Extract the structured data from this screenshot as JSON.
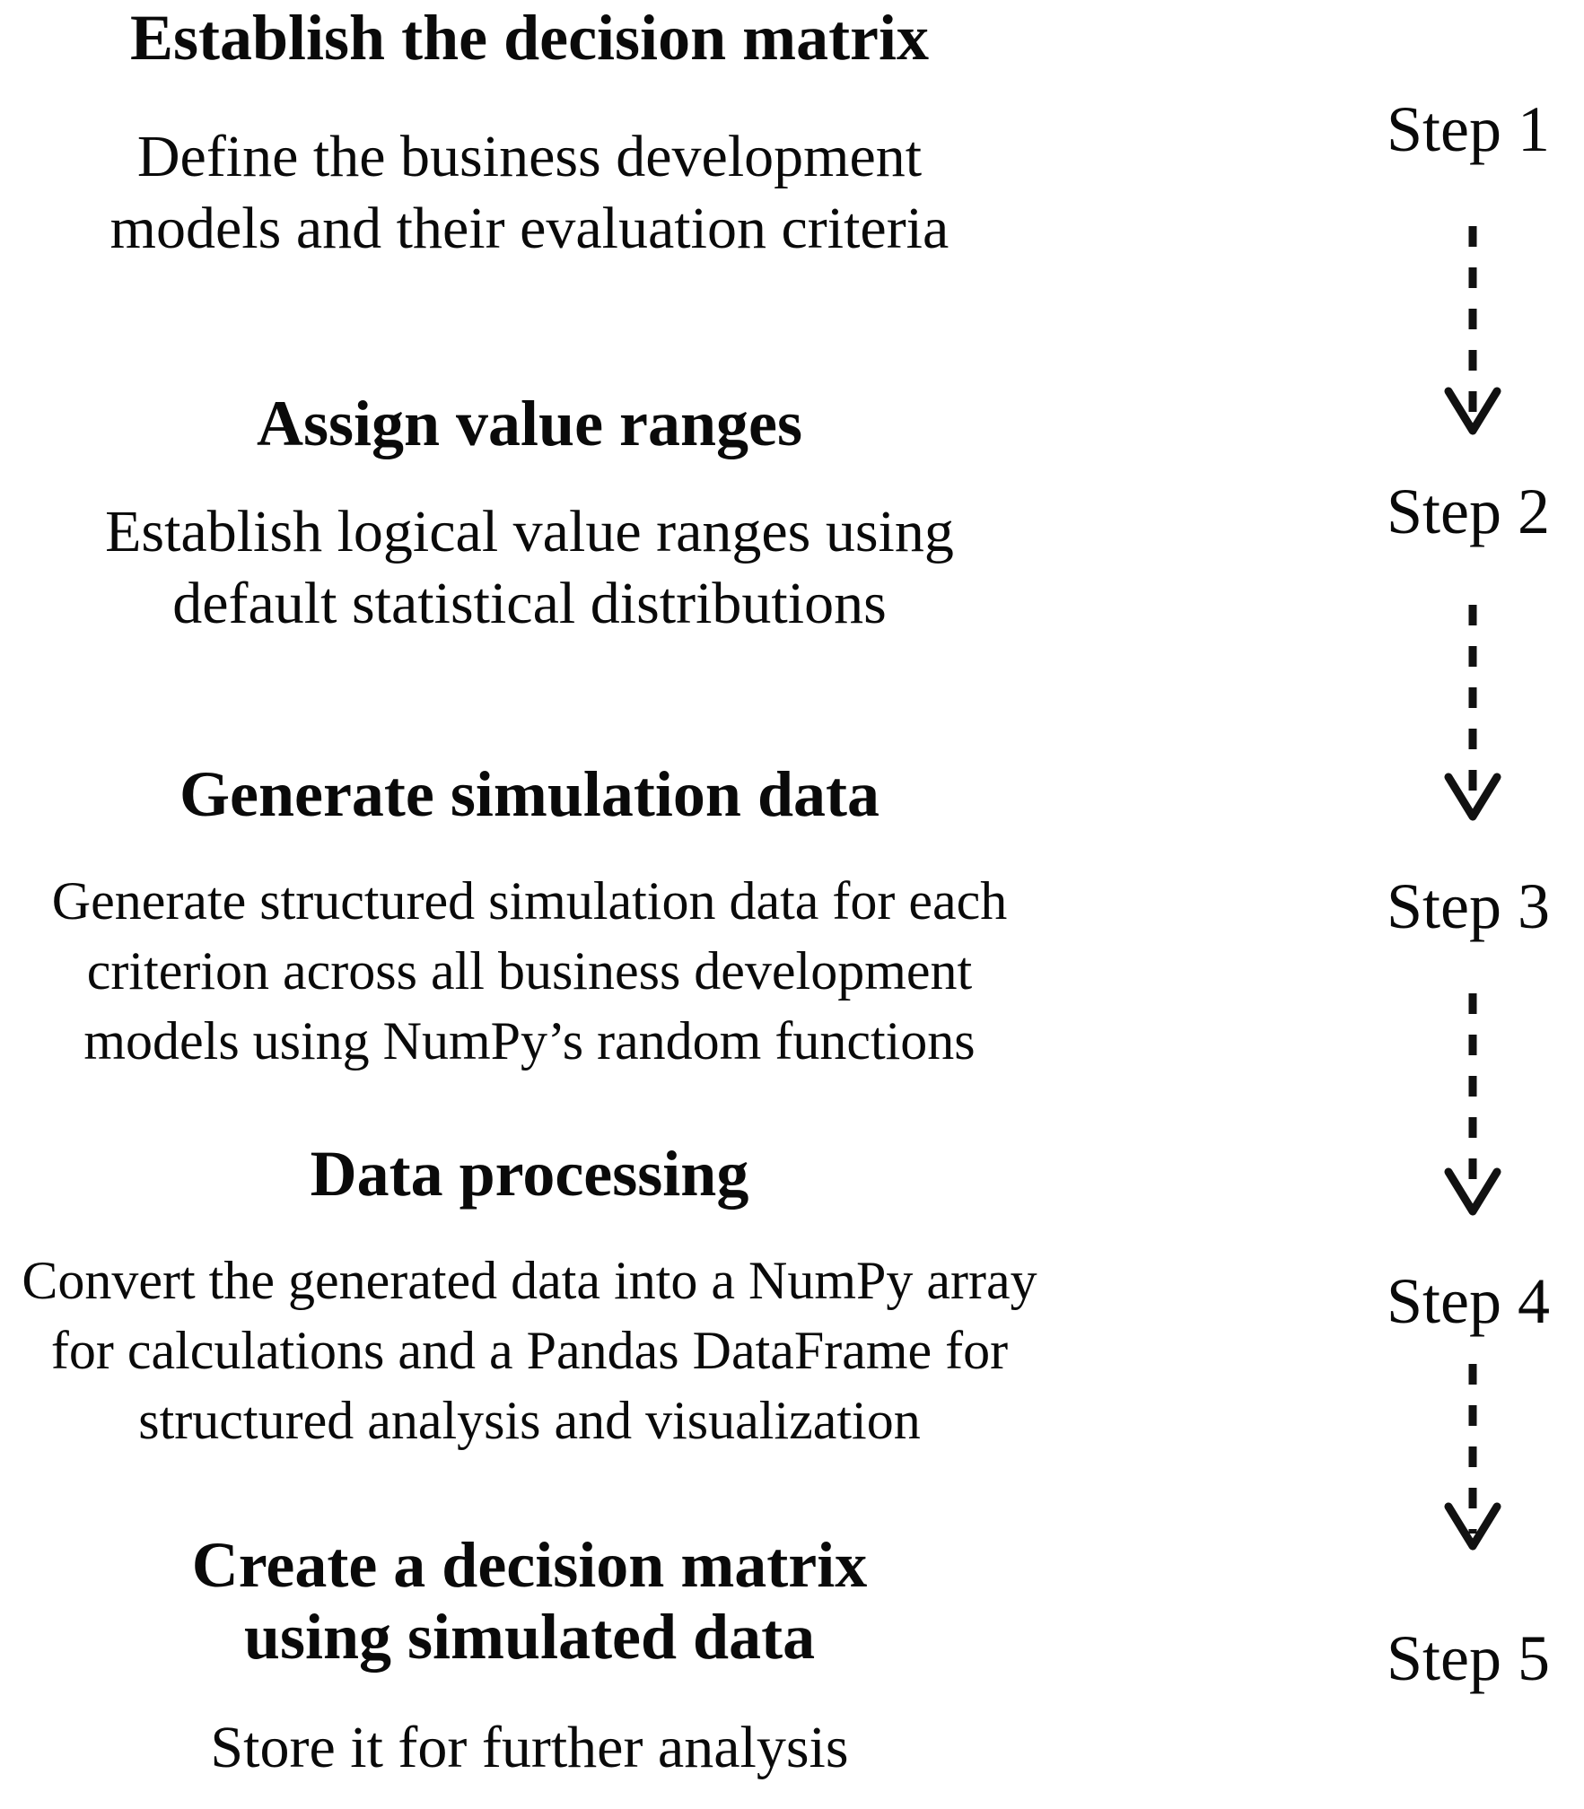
{
  "diagram": {
    "type": "flowchart",
    "direction": "top-down",
    "background_color": "#ffffff",
    "text_color": "#0a0a0a",
    "arrow_style": "dashed",
    "steps": [
      {
        "label": "Step 1",
        "title": "Establish the decision matrix",
        "description": "Define the business development\nmodels and their evaluation criteria"
      },
      {
        "label": "Step 2",
        "title": "Assign value ranges",
        "description": "Establish logical value ranges using\ndefault statistical distributions"
      },
      {
        "label": "Step 3",
        "title": "Generate simulation data",
        "description": "Generate structured simulation data for each\ncriterion across all business development\nmodels using NumPy’s random functions"
      },
      {
        "label": "Step 4",
        "title": "Data processing",
        "description": "Convert the generated data into a NumPy array\nfor calculations and a Pandas DataFrame for\nstructured analysis and visualization"
      },
      {
        "label": "Step 5",
        "title": "Create a decision matrix\nusing simulated data",
        "description": "Store it for further analysis"
      }
    ]
  }
}
